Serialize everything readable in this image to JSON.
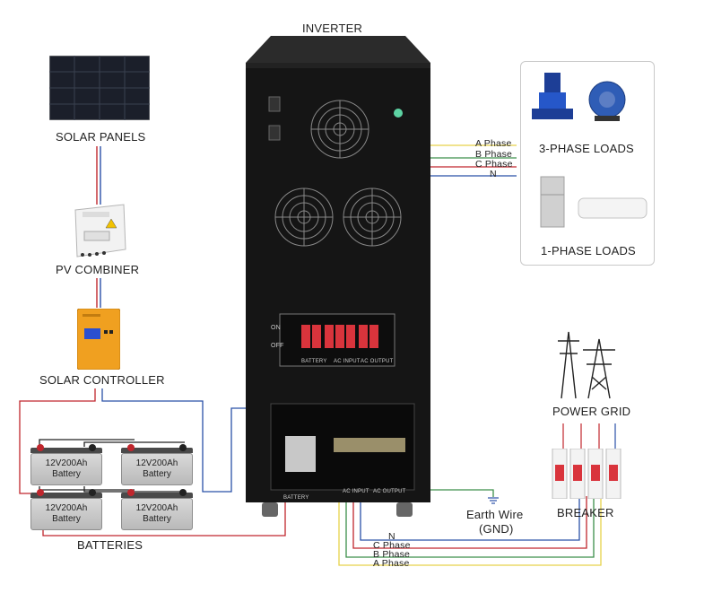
{
  "title": "INVERTER",
  "labels": {
    "solar_panels": "SOLAR PANELS",
    "pv_combiner": "PV COMBINER",
    "solar_controller": "SOLAR CONTROLLER",
    "batteries": "BATTERIES",
    "three_phase_loads": "3-PHASE LOADS",
    "one_phase_loads": "1-PHASE LOADS",
    "power_grid": "POWER GRID",
    "earth_wire": "Earth Wire",
    "gnd": "(GND)",
    "breaker": "BREAKER"
  },
  "phase_labels_top": [
    "A Phase",
    "B Phase",
    "C Phase",
    "N"
  ],
  "phase_labels_bottom": [
    "N",
    "C Phase",
    "B Phase",
    "A Phase"
  ],
  "batteries": [
    {
      "line1": "12V200Ah",
      "line2": "Battery"
    },
    {
      "line1": "12V200Ah",
      "line2": "Battery"
    },
    {
      "line1": "12V200Ah",
      "line2": "Battery"
    },
    {
      "line1": "12V200Ah",
      "line2": "Battery"
    }
  ],
  "inverter_breaker_labels": [
    "BATTERY",
    "AC INPUT",
    "AC OUTPUT"
  ],
  "inverter_switch_labels": {
    "on": "ON",
    "off": "OFF"
  },
  "terminal_labels": {
    "battery": "BATTERY",
    "ac_input": "AC INPUT",
    "ac_output": "AC OUTPUT"
  },
  "colors": {
    "a_phase": "#e6d24a",
    "b_phase": "#3c8f4a",
    "c_phase": "#c0262d",
    "n_phase": "#2950a8",
    "positive": "#c0262d",
    "negative": "#2950a8",
    "cabinet": "#151515",
    "controller": "#f0a020"
  }
}
